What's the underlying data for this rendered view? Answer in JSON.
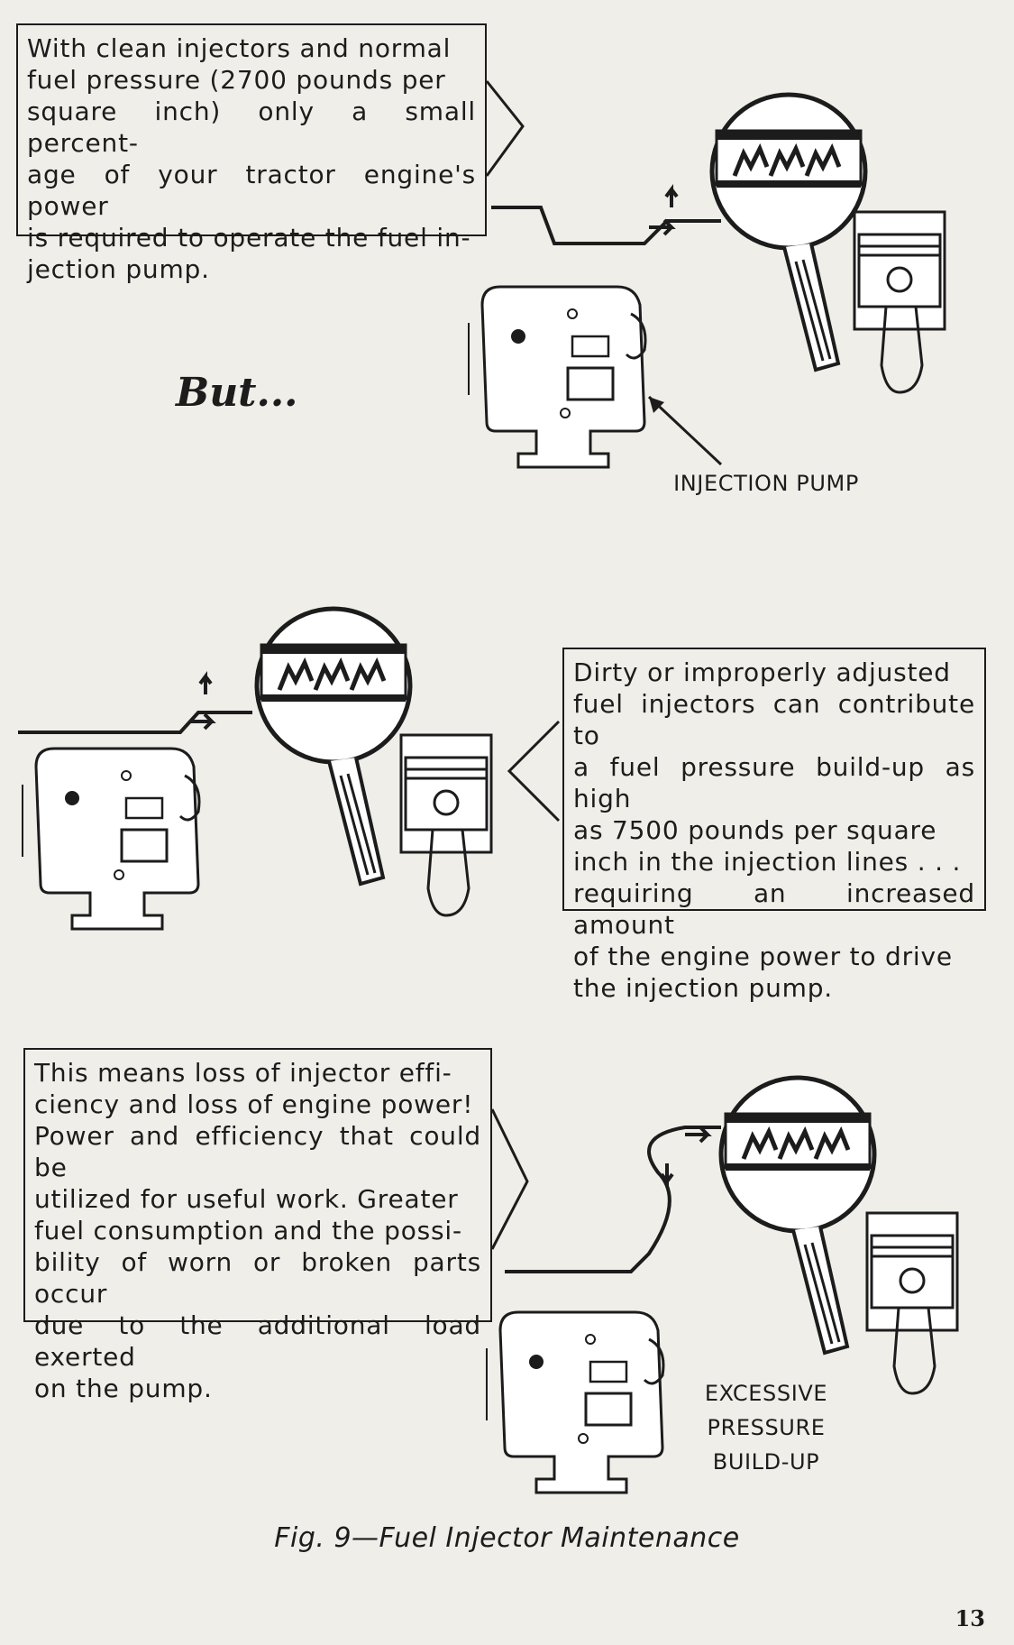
{
  "callouts": {
    "top": [
      "With clean injectors and normal",
      "fuel pressure (2700 pounds per",
      "square inch) only a small percent-",
      "age of your tractor engine's power",
      "is required to operate the fuel in-",
      "jection pump."
    ],
    "middle": [
      "Dirty or improperly adjusted",
      "fuel injectors can contribute to",
      "a fuel pressure build-up as high",
      "as 7500 pounds per square",
      "inch in the injection lines . . .",
      "requiring an increased amount",
      "of the engine power to drive",
      "the injection pump."
    ],
    "bottom": [
      "This means loss of injector effi-",
      "ciency and loss of engine power!",
      "Power and efficiency that could be",
      "utilized for useful work. Greater",
      "fuel consumption and the possi-",
      "bility of worn or broken parts occur",
      "due to the additional load exerted",
      "on the pump."
    ]
  },
  "labels": {
    "but": "But...",
    "injection_pump": "INJECTION PUMP",
    "excessive": [
      "EXCESSIVE",
      "PRESSURE",
      "BUILD-UP"
    ]
  },
  "caption": "Fig. 9—Fuel Injector Maintenance",
  "page_number": "13",
  "colors": {
    "ink": "#1c1c1c",
    "paper": "#efeee9"
  }
}
